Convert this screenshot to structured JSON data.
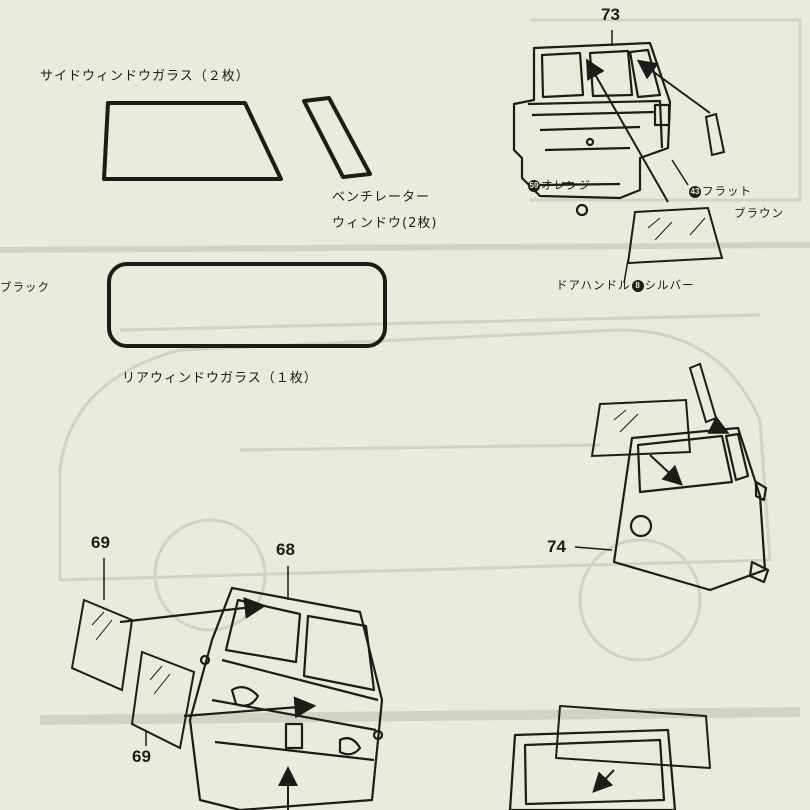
{
  "labels": {
    "side_window": "サイドウィンドウガラス（２枚）",
    "vent_line1": "ベンチレーター",
    "vent_line2": "ウィンドウ(2枚)",
    "rear_window": "リアウィンドウガラス（１枚）",
    "black": "ブラック",
    "orange": "オレンジ",
    "orange_num": "59",
    "flat_brown_line1": "フラット",
    "flat_brown_line2": "ブラウン",
    "flat_num": "43",
    "door_handle": "ドアハンドル",
    "door_handle_num": "8",
    "silver": "シルバー"
  },
  "parts": {
    "p73": "73",
    "p74": "74",
    "p68": "68",
    "p69a": "69",
    "p69b": "69"
  },
  "colors": {
    "paper": "#e9ebdd",
    "ink": "#1c1c1a",
    "ghost_print": "#d4d6c6"
  }
}
